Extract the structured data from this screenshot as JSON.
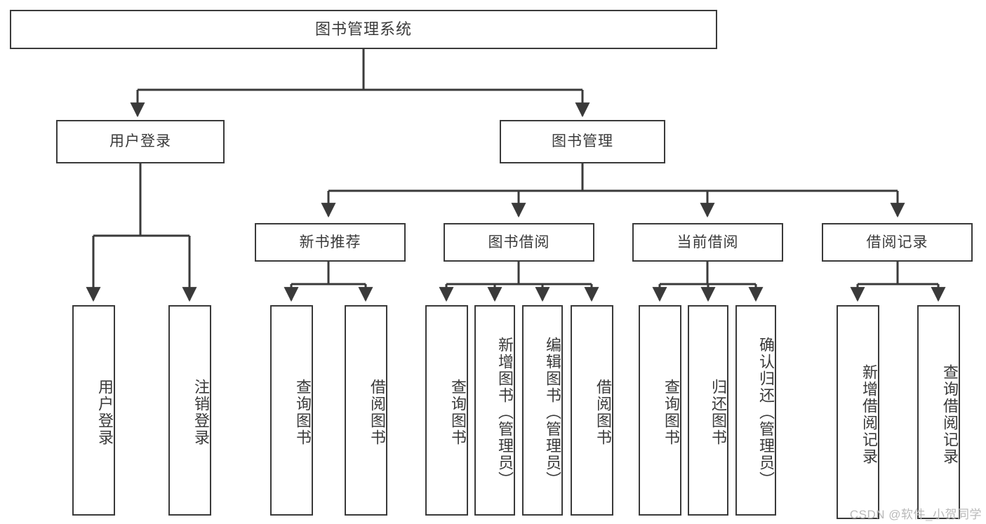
{
  "diagram": {
    "title": "图书管理系统",
    "root": {
      "id": "root",
      "label": "图书管理系统"
    },
    "level2": [
      {
        "id": "user-login",
        "label": "用户登录"
      },
      {
        "id": "book-manage",
        "label": "图书管理"
      }
    ],
    "level3": [
      {
        "id": "new-book-recommend",
        "label": "新书推荐"
      },
      {
        "id": "book-borrow",
        "label": "图书借阅"
      },
      {
        "id": "current-borrow",
        "label": "当前借阅"
      },
      {
        "id": "borrow-record",
        "label": "借阅记录"
      }
    ],
    "leaves": {
      "user_login": [
        {
          "id": "leaf-user-login",
          "label": "用户登录"
        },
        {
          "id": "leaf-logout-login",
          "label": "注销登录"
        }
      ],
      "new_book_recommend": [
        {
          "id": "leaf-query-book-1",
          "label": "查询图书"
        },
        {
          "id": "leaf-borrow-book-1",
          "label": "借阅图书"
        }
      ],
      "book_borrow": [
        {
          "id": "leaf-query-book-2",
          "label": "查询图书"
        },
        {
          "id": "leaf-add-book",
          "label": "新增图书（管理员）"
        },
        {
          "id": "leaf-edit-book",
          "label": "编辑图书（管理员）"
        },
        {
          "id": "leaf-borrow-book-2",
          "label": "借阅图书"
        }
      ],
      "current_borrow": [
        {
          "id": "leaf-query-book-3",
          "label": "查询图书"
        },
        {
          "id": "leaf-return-book",
          "label": "归还图书"
        },
        {
          "id": "leaf-confirm-return",
          "label": "确认归还（管理员）"
        }
      ],
      "borrow_record": [
        {
          "id": "leaf-add-record",
          "label": "新增借阅记录"
        },
        {
          "id": "leaf-query-record",
          "label": "查询借阅记录"
        }
      ]
    },
    "colors": {
      "stroke": "#3a3a3a",
      "text": "#3a3a3a",
      "background": "#ffffff",
      "watermark": "#b9b9b9"
    }
  },
  "watermark": {
    "text": "CSDN @软件_小贺同学"
  }
}
